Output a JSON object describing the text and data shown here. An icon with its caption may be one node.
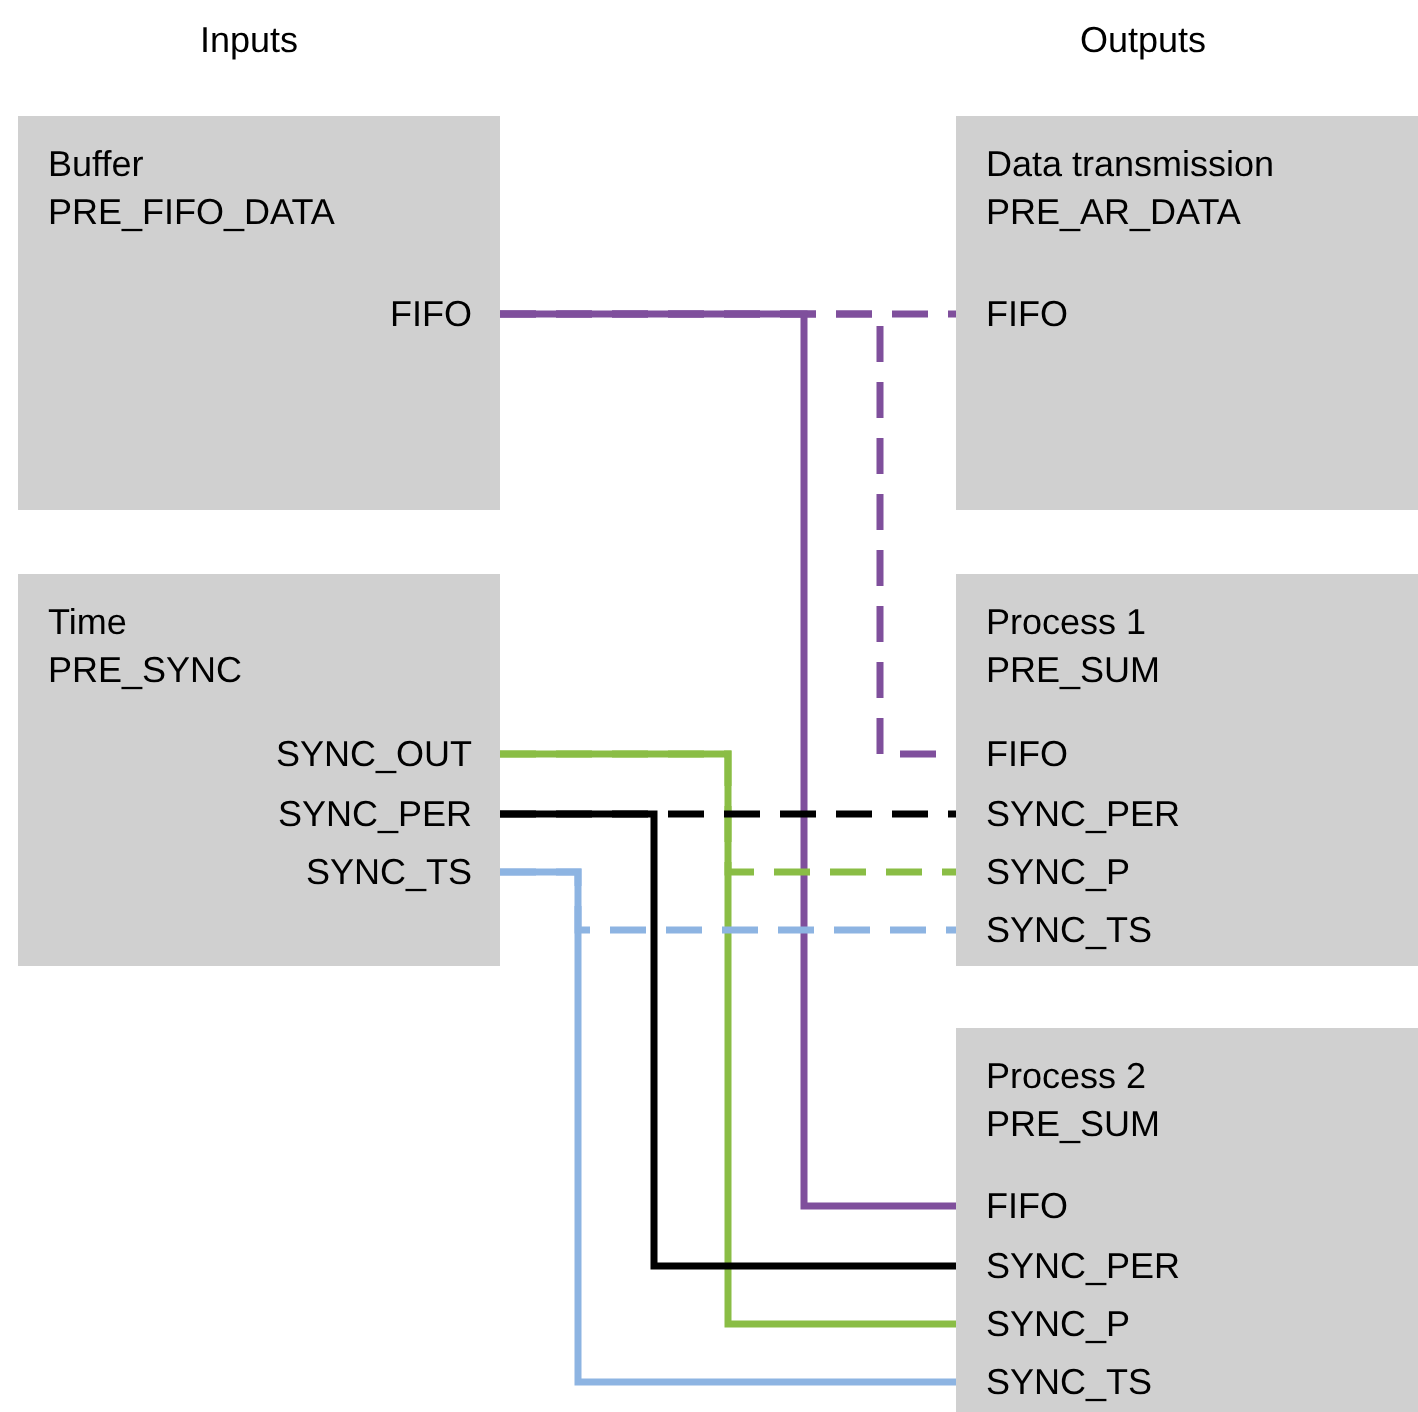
{
  "diagram": {
    "nodes": [
      {
        "text": [
          "Buffer",
          "PRE_FIFO_DATA"
        ]
      },
      {
        "text": [
          "FIFO"
        ],
        "in": 0
      },
      {
        "text": [
          "Time",
          "PRE_SYNC"
        ]
      },
      {
        "text": [
          "SYNC_OUT"
        ],
        "in": 2
      },
      {
        "text": [
          "SYNC_PER"
        ],
        "in": 2
      },
      {
        "text": [
          "SYNC_TS"
        ],
        "in": 2
      },
      {
        "text": [
          "Data transmission",
          "PRE_AR_DATA"
        ]
      },
      {
        "text": [
          "FIFO"
        ],
        "in": 6
      },
      {
        "text": [
          "Process 1",
          "PRE_SUM"
        ]
      },
      {
        "text": [
          "FIFO"
        ],
        "in": 8
      },
      {
        "text": [
          "SYNC_PER"
        ],
        "in": 8
      },
      {
        "text": [
          "SYNC_P"
        ],
        "in": 8
      },
      {
        "text": [
          "SYNC_TS"
        ],
        "in": 8
      },
      {
        "text": [
          "Process 2",
          "PRE_SUM"
        ]
      },
      {
        "text": [
          "FIFO"
        ],
        "in": 13
      },
      {
        "text": [
          "SYNC_PER"
        ],
        "in": 13
      },
      {
        "text": [
          "SYNC_P"
        ],
        "in": 13
      },
      {
        "text": [
          "SYNC_TS"
        ],
        "in": 13
      }
    ],
    "edges": [
      {
        "from": 1,
        "to": 7,
        "arrow": "none",
        "style": "dashed",
        "color": "#7f4f9c"
      },
      {
        "from": 1,
        "to": 9,
        "arrow": "none",
        "style": "dashed",
        "color": "#7f4f9c"
      },
      {
        "from": 1,
        "to": 14,
        "arrow": "none",
        "color": "#7f4f9c"
      },
      {
        "from": 3,
        "to": 11,
        "arrow": "none",
        "style": "dashed",
        "color": "#8abd45"
      },
      {
        "from": 3,
        "to": 16,
        "arrow": "none",
        "color": "#8abd45"
      },
      {
        "from": 4,
        "to": 10,
        "arrow": "none",
        "style": "dashed",
        "color": "#000000"
      },
      {
        "from": 4,
        "to": 15,
        "arrow": "none",
        "color": "#000000"
      },
      {
        "from": 5,
        "to": 12,
        "arrow": "none",
        "style": "dashed",
        "color": "#8db4e2"
      },
      {
        "from": 5,
        "to": 17,
        "arrow": "none",
        "color": "#8db4e2"
      }
    ],
    "labels": [
      "Inputs",
      "Outputs"
    ]
  }
}
